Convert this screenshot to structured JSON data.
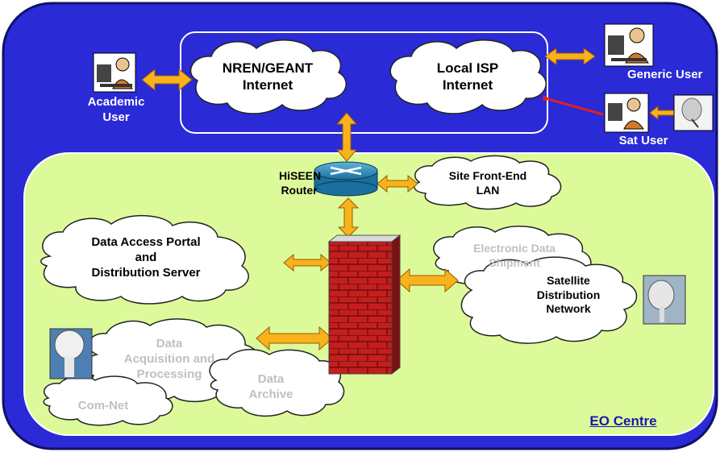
{
  "labels": {
    "nren": [
      "NREN/GEANT",
      "Internet"
    ],
    "local_isp": [
      "Local ISP",
      "Internet"
    ],
    "academic_user": [
      "Academic",
      "User"
    ],
    "generic_user": "Generic User",
    "sat_user": "Sat User",
    "router": [
      "HiSEEN",
      "Router"
    ],
    "site_lan": [
      "Site Front-End",
      "LAN"
    ],
    "portal": [
      "Data Access Portal",
      "and",
      "Distribution Server"
    ],
    "electronic": [
      "Electronic Data",
      "Shipment"
    ],
    "satellite": [
      "Satellite",
      "Distribution",
      "Network"
    ],
    "acquisition": [
      "Data",
      "Acquisition and",
      "Processing"
    ],
    "archive": [
      "Data",
      "Archive"
    ],
    "comnet": "Com-Net",
    "eo_centre": "EO Centre"
  },
  "colors": {
    "outer_panel": "#2a2ad6",
    "inner_panel": "#ddfa9a",
    "arrow": "#f7b21c",
    "brick": "#c41e1e",
    "red_link": "#e02020"
  }
}
